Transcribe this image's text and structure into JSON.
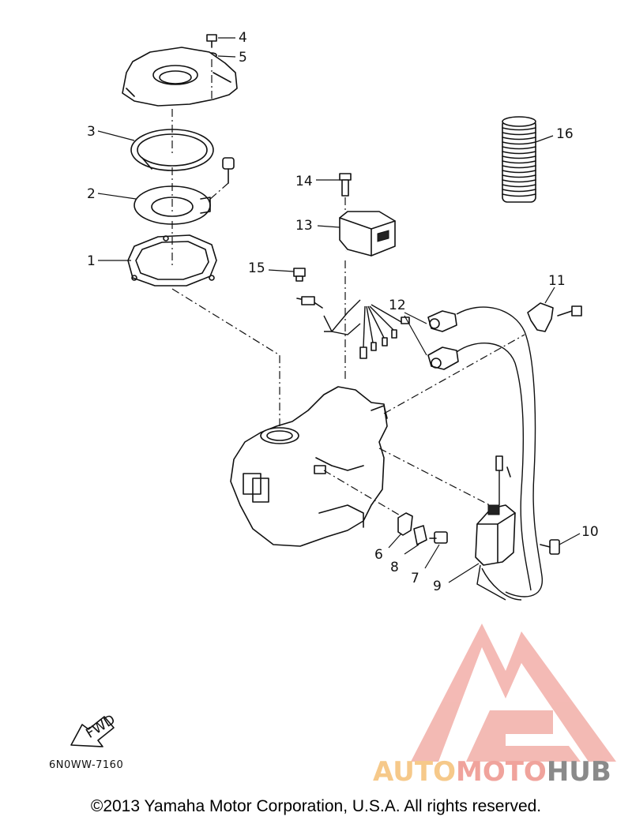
{
  "diagram": {
    "callouts": [
      "1",
      "2",
      "3",
      "4",
      "5",
      "6",
      "7",
      "8",
      "9",
      "10",
      "11",
      "12",
      "13",
      "14",
      "15",
      "16"
    ],
    "fwd_label": "FWD",
    "diagram_code": "6N0WW-7160"
  },
  "watermark": {
    "part1": "AUTO",
    "part2": "MOTO",
    "part3": "HUB",
    "colors": {
      "auto": "#f6c98a",
      "moto": "#f0a39c",
      "hub": "#8a8a8a",
      "logo": "#f0a39c"
    }
  },
  "footer": {
    "copyright": "©2013 Yamaha Motor Corporation, U.S.A. All rights reserved."
  }
}
